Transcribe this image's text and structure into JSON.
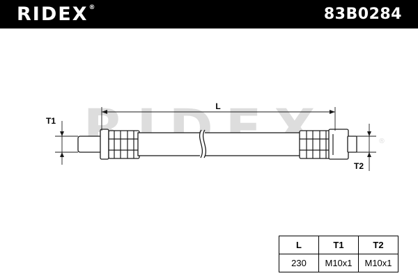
{
  "header": {
    "brand": "RIDEX",
    "brand_mark": "®",
    "part_number": "83B0284",
    "background": "#000000",
    "text_color": "#ffffff"
  },
  "watermark": {
    "text": "RIDEX",
    "mark": "®",
    "color": "#dddddd"
  },
  "drawing": {
    "labels": {
      "length": "L",
      "thread_1": "T1",
      "thread_2": "T2"
    },
    "line_color": "#1a1a1a",
    "fill_color": "#ffffff"
  },
  "spec_table": {
    "headers": [
      "L",
      "T1",
      "T2"
    ],
    "rows": [
      [
        "230",
        "M10x1",
        "M10x1"
      ]
    ]
  }
}
